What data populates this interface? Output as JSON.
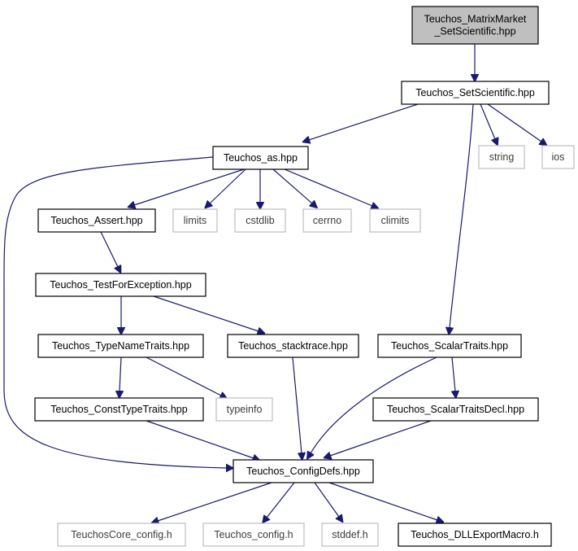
{
  "colors": {
    "edge": "#191970",
    "root_fill": "#bfbfbf",
    "node_border": "#000000",
    "external_border": "#bfbfbf"
  },
  "nodes": [
    {
      "id": "matrixmarket_setscientific",
      "lines": [
        "Teuchos_MatrixMarket",
        "_SetScientific.hpp"
      ],
      "kind": "root"
    },
    {
      "id": "setscientific",
      "lines": [
        "Teuchos_SetScientific.hpp"
      ],
      "kind": "main"
    },
    {
      "id": "as",
      "lines": [
        "Teuchos_as.hpp"
      ],
      "kind": "main"
    },
    {
      "id": "string",
      "lines": [
        "string"
      ],
      "kind": "external"
    },
    {
      "id": "ios",
      "lines": [
        "ios"
      ],
      "kind": "external"
    },
    {
      "id": "assert",
      "lines": [
        "Teuchos_Assert.hpp"
      ],
      "kind": "main"
    },
    {
      "id": "limits",
      "lines": [
        "limits"
      ],
      "kind": "external"
    },
    {
      "id": "cstdlib",
      "lines": [
        "cstdlib"
      ],
      "kind": "external"
    },
    {
      "id": "cerrno",
      "lines": [
        "cerrno"
      ],
      "kind": "external"
    },
    {
      "id": "climits",
      "lines": [
        "climits"
      ],
      "kind": "external"
    },
    {
      "id": "testforexception",
      "lines": [
        "Teuchos_TestForException.hpp"
      ],
      "kind": "main"
    },
    {
      "id": "typenametraits",
      "lines": [
        "Teuchos_TypeNameTraits.hpp"
      ],
      "kind": "main"
    },
    {
      "id": "stacktrace",
      "lines": [
        "Teuchos_stacktrace.hpp"
      ],
      "kind": "main"
    },
    {
      "id": "scalartraits",
      "lines": [
        "Teuchos_ScalarTraits.hpp"
      ],
      "kind": "main"
    },
    {
      "id": "consttypetraits",
      "lines": [
        "Teuchos_ConstTypeTraits.hpp"
      ],
      "kind": "main"
    },
    {
      "id": "typeinfo",
      "lines": [
        "typeinfo"
      ],
      "kind": "external"
    },
    {
      "id": "scalartraitsdecl",
      "lines": [
        "Teuchos_ScalarTraitsDecl.hpp"
      ],
      "kind": "main"
    },
    {
      "id": "configdefs",
      "lines": [
        "Teuchos_ConfigDefs.hpp"
      ],
      "kind": "main"
    },
    {
      "id": "teuchoscore_config",
      "lines": [
        "TeuchosCore_config.h"
      ],
      "kind": "external"
    },
    {
      "id": "teuchos_config",
      "lines": [
        "Teuchos_config.h"
      ],
      "kind": "external"
    },
    {
      "id": "stddef",
      "lines": [
        "stddef.h"
      ],
      "kind": "external"
    },
    {
      "id": "dllexportmacro",
      "lines": [
        "Teuchos_DLLExportMacro.h"
      ],
      "kind": "main"
    }
  ],
  "edges": [
    {
      "from": "matrixmarket_setscientific",
      "to": "setscientific"
    },
    {
      "from": "setscientific",
      "to": "as"
    },
    {
      "from": "setscientific",
      "to": "string"
    },
    {
      "from": "setscientific",
      "to": "ios"
    },
    {
      "from": "setscientific",
      "to": "scalartraits"
    },
    {
      "from": "as",
      "to": "assert"
    },
    {
      "from": "as",
      "to": "limits"
    },
    {
      "from": "as",
      "to": "cstdlib"
    },
    {
      "from": "as",
      "to": "cerrno"
    },
    {
      "from": "as",
      "to": "climits"
    },
    {
      "from": "as",
      "to": "configdefs"
    },
    {
      "from": "assert",
      "to": "testforexception"
    },
    {
      "from": "testforexception",
      "to": "typenametraits"
    },
    {
      "from": "testforexception",
      "to": "stacktrace"
    },
    {
      "from": "typenametraits",
      "to": "consttypetraits"
    },
    {
      "from": "typenametraits",
      "to": "typeinfo"
    },
    {
      "from": "consttypetraits",
      "to": "configdefs"
    },
    {
      "from": "stacktrace",
      "to": "configdefs"
    },
    {
      "from": "scalartraits",
      "to": "scalartraitsdecl"
    },
    {
      "from": "scalartraits",
      "to": "configdefs"
    },
    {
      "from": "scalartraitsdecl",
      "to": "configdefs"
    },
    {
      "from": "configdefs",
      "to": "teuchoscore_config"
    },
    {
      "from": "configdefs",
      "to": "teuchos_config"
    },
    {
      "from": "configdefs",
      "to": "stddef"
    },
    {
      "from": "configdefs",
      "to": "dllexportmacro"
    }
  ]
}
